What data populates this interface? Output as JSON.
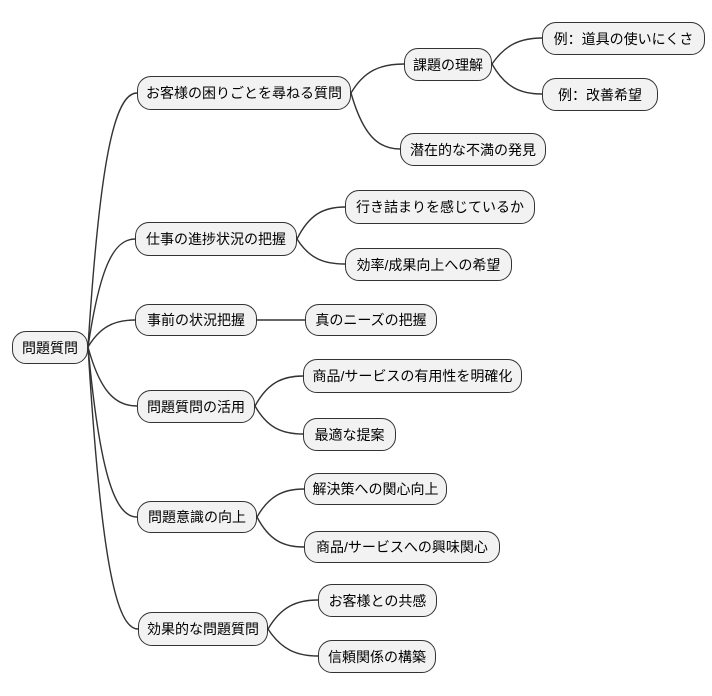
{
  "mindmap": {
    "type": "mindmap",
    "colors": {
      "node_fill": "#f2f2f2",
      "node_border": "#333333",
      "edge_color": "#333333",
      "text_color": "#000000",
      "background": "#ffffff"
    },
    "root": {
      "label": "問題質問"
    },
    "branches": [
      {
        "label": "お客様の困りごとを尋ねる質問",
        "children": [
          {
            "label": "課題の理解",
            "children": [
              {
                "label": "例：道具の使いにくさ"
              },
              {
                "label": "例：改善希望"
              }
            ]
          },
          {
            "label": "潜在的な不満の発見"
          }
        ]
      },
      {
        "label": "仕事の進捗状況の把握",
        "children": [
          {
            "label": "行き詰まりを感じているか"
          },
          {
            "label": "効率/成果向上への希望"
          }
        ]
      },
      {
        "label": "事前の状況把握",
        "children": [
          {
            "label": "真のニーズの把握"
          }
        ]
      },
      {
        "label": "問題質問の活用",
        "children": [
          {
            "label": "商品/サービスの有用性を明確化"
          },
          {
            "label": "最適な提案"
          }
        ]
      },
      {
        "label": "問題意識の向上",
        "children": [
          {
            "label": "解決策への関心向上"
          },
          {
            "label": "商品/サービスへの興味関心"
          }
        ]
      },
      {
        "label": "効果的な問題質問",
        "children": [
          {
            "label": "お客様との共感"
          },
          {
            "label": "信頼関係の構築"
          }
        ]
      }
    ]
  }
}
